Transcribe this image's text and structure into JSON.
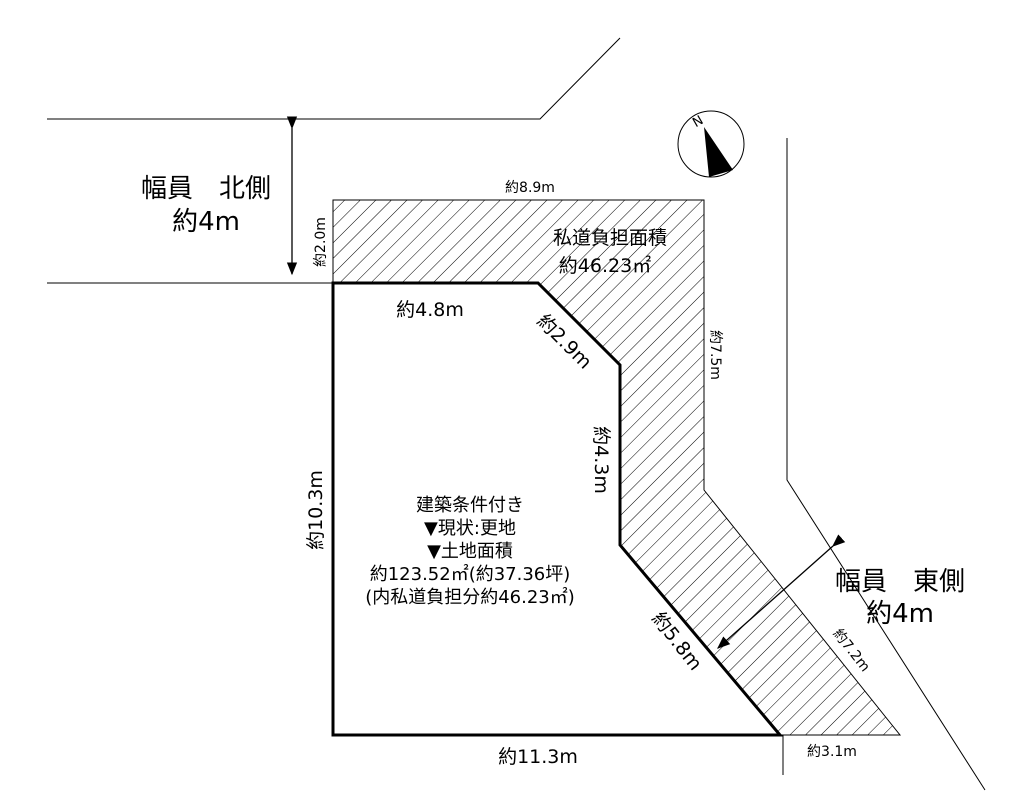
{
  "north_road": {
    "title": "幅員　北側",
    "width": "約4m"
  },
  "east_road": {
    "title": "幅員　東側",
    "width": "約4m"
  },
  "private_road": {
    "title": "私道負担面積",
    "area": "約46.23㎡"
  },
  "compass": {
    "label": "N"
  },
  "dimensions": {
    "top": "約8.9m",
    "left_top": "約2.0m",
    "inner_top": "約4.8m",
    "diag1": "約2.9m",
    "right_top": "約7.5m",
    "inner_right": "約4.3m",
    "left": "約10.3m",
    "diag2": "約5.8m",
    "right_diag": "約7.2m",
    "bottom": "約11.3m",
    "bottom_right": "約3.1m"
  },
  "plot_info": {
    "line1": "建築条件付き",
    "line2": "▼現状:更地",
    "line3": "▼土地面積",
    "line4": "約123.52㎡(約37.36坪)",
    "line5": "(内私道負担分約46.23㎡)"
  }
}
